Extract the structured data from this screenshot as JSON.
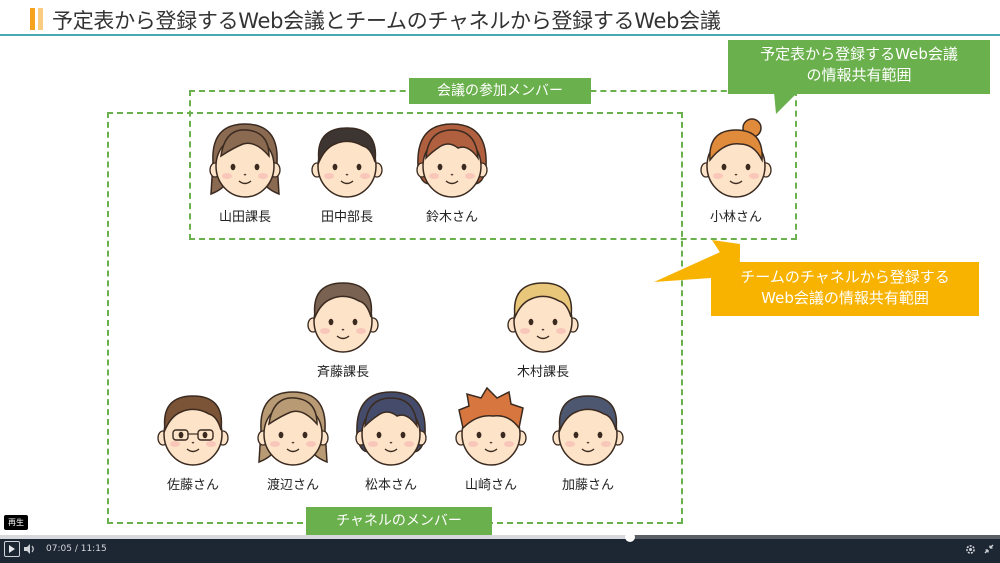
{
  "slide": {
    "title": "予定表から登録するWeb会議とチームのチャネルから登録するWeb会議",
    "meeting_label": "会議の参加メンバー",
    "channel_label": "チャネルのメンバー",
    "callout_calendar": [
      "予定表から登録するWeb会議",
      "の情報共有範囲"
    ],
    "callout_channel": [
      "チームのチャネルから登録する",
      "Web会議の情報共有範囲"
    ]
  },
  "people": [
    {
      "name": "山田課長",
      "hair": "#8b6a52",
      "style": "long"
    },
    {
      "name": "田中部長",
      "hair": "#3d3532",
      "style": "short"
    },
    {
      "name": "鈴木さん",
      "hair": "#b0603e",
      "style": "bob"
    },
    {
      "name": "小林さん",
      "hair": "#e08a3c",
      "style": "bun"
    },
    {
      "name": "斉藤課長",
      "hair": "#7a6252",
      "style": "short"
    },
    {
      "name": "木村課長",
      "hair": "#e8c77a",
      "style": "short"
    },
    {
      "name": "佐藤さん",
      "hair": "#7b5336",
      "style": "glasses"
    },
    {
      "name": "渡辺さん",
      "hair": "#b89b75",
      "style": "long"
    },
    {
      "name": "松本さん",
      "hair": "#454c6b",
      "style": "bob"
    },
    {
      "name": "山崎さん",
      "hair": "#d8763f",
      "style": "spiky"
    },
    {
      "name": "加藤さん",
      "hair": "#4d5770",
      "style": "short"
    }
  ],
  "player": {
    "tooltip": "再生",
    "current_time": "07:05",
    "separator": "/",
    "total_time": "11:15",
    "progress": 0.63
  },
  "colors": {
    "green": "#6ab04c",
    "yellow": "#f8b300",
    "title_accent": "#f6a21c",
    "title_line": "#4aa8b3",
    "player_bg": "#1d2633"
  }
}
